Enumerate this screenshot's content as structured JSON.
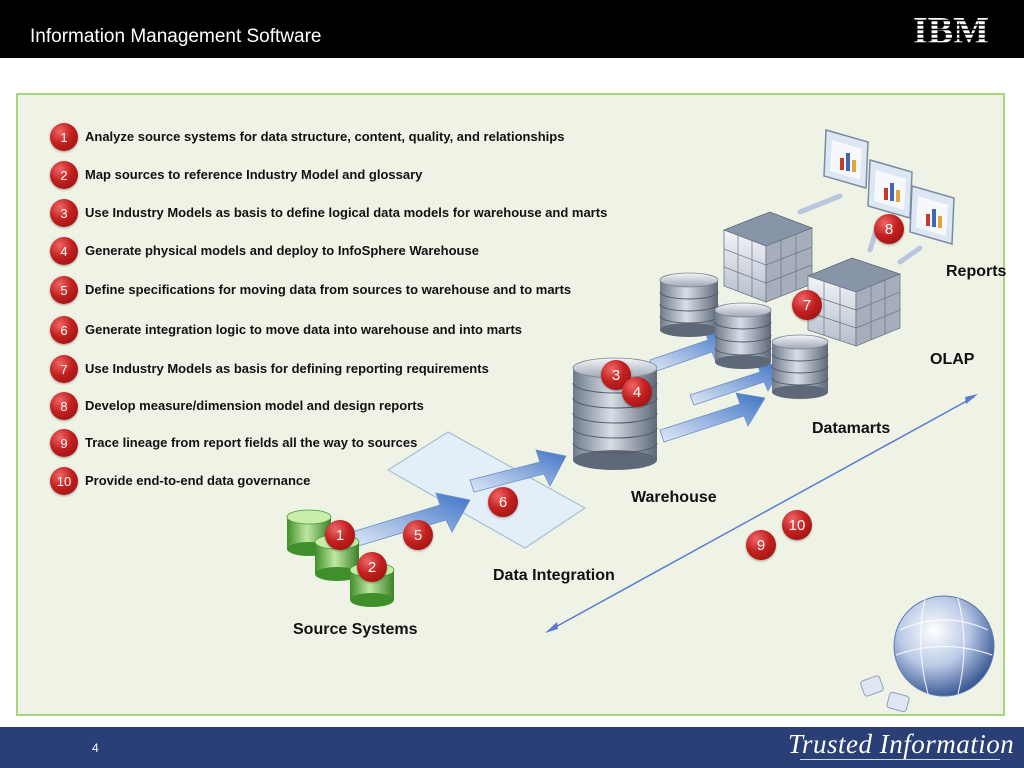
{
  "header": {
    "title": "Information Management Software",
    "logo_text": "IBM"
  },
  "steps": [
    {
      "num": "1",
      "text": "Analyze source systems for data structure, content, quality, and relationships"
    },
    {
      "num": "2",
      "text": "Map sources to reference Industry Model and glossary"
    },
    {
      "num": "3",
      "text": "Use Industry Models as basis to define logical data models for warehouse and marts"
    },
    {
      "num": "4",
      "text": "Generate physical models and deploy to InfoSphere Warehouse"
    },
    {
      "num": "5",
      "text": "Define specifications for moving data from sources to warehouse and to marts"
    },
    {
      "num": "6",
      "text": "Generate integration logic to move data into warehouse and into marts"
    },
    {
      "num": "7",
      "text": "Use Industry Models as basis for defining reporting requirements"
    },
    {
      "num": "8",
      "text": "Develop measure/dimension model and design reports"
    },
    {
      "num": "9",
      "text": "Trace lineage from report fields all the way to sources"
    },
    {
      "num": "10",
      "text": "Provide end-to-end data governance"
    }
  ],
  "diagram": {
    "labels": {
      "source_systems": "Source Systems",
      "data_integration": "Data Integration",
      "warehouse": "Warehouse",
      "datamarts": "Datamarts",
      "olap": "OLAP",
      "reports": "Reports"
    },
    "markers": {
      "m1": "1",
      "m2": "2",
      "m3": "3",
      "m4": "4",
      "m5": "5",
      "m6": "6",
      "m7": "7",
      "m8": "8",
      "m9": "9",
      "m10": "10"
    }
  },
  "footer": {
    "page_number": "4",
    "tagline": "Trusted Information"
  },
  "colors": {
    "header_bg": "#000000",
    "footer_bg": "#2a3f75",
    "panel_bg": "#eef3e6",
    "panel_border": "#a9d47f",
    "badge_red": "#c3201f"
  }
}
